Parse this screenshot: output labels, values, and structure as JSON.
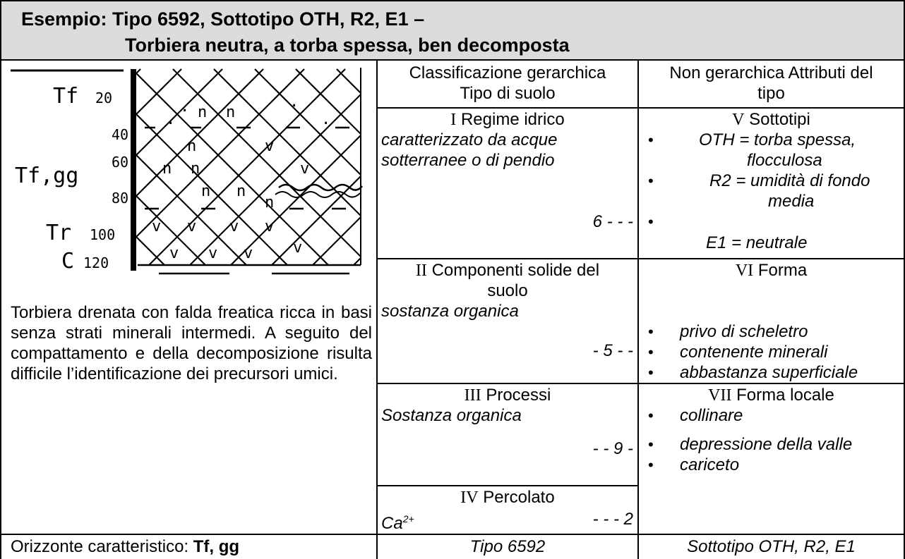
{
  "header": {
    "line1": "Esempio: Tipo 6592, Sottotipo OTH, R2, E1 –",
    "line2": "Torbiera neutra, a torba spessa, ben decomposta"
  },
  "profile": {
    "labels": [
      {
        "text": "Tf"
      },
      {
        "text": "Tf,gg"
      },
      {
        "text": "Tr"
      },
      {
        "text": "C"
      }
    ],
    "depths": [
      "20",
      "40",
      "60",
      "80",
      "100",
      "120"
    ]
  },
  "description": "Torbiera drenata con falda freatica ricca in basi senza strati minerali intermedi. A seguito del compattamento e della decomposizione risulta difficile l’identificazione dei precursori umici.",
  "columns": {
    "hier_header_1": "Classificazione gerarchica",
    "hier_header_2": "Tipo di suolo",
    "nonhier_header_1": "Non gerarchica Attributi del",
    "nonhier_header_2": "tipo"
  },
  "sections": {
    "s1": {
      "roman": "I",
      "title": "Regime idrico",
      "desc_1": "caratterizzato da acque",
      "desc_2": "sotterranee o di pendio",
      "code": "6 - - -"
    },
    "s2": {
      "roman": "II",
      "title_1": "Componenti solide del",
      "title_2": "suolo",
      "desc": "sostanza organica",
      "code": "- 5 - -"
    },
    "s3": {
      "roman": "III",
      "title": "Processi",
      "desc": "Sostanza organica",
      "code": "- - 9 -"
    },
    "s4": {
      "roman": "IV",
      "title": "Percolato",
      "desc": "Ca",
      "sup": "2+",
      "code": "- - - 2"
    },
    "s5": {
      "roman": "V",
      "title": "Sottotipi",
      "items": [
        "OTH = torba spessa,",
        "flocculosa",
        "R2 = umidità di fondo",
        "media",
        "E1 = neutrale"
      ]
    },
    "s6": {
      "roman": "VI",
      "title": "Forma",
      "items": [
        "privo di scheletro",
        "contenente minerali",
        "abbastanza superficiale"
      ]
    },
    "s7": {
      "roman": "VII",
      "title": "Forma locale",
      "items": [
        "collinare",
        "depressione della valle",
        "cariceto"
      ]
    }
  },
  "footer": {
    "horizon_label": "Orizzonte caratteristico: ",
    "horizon_value": "Tf, gg",
    "tipo": "Tipo 6592",
    "sottotipo": "Sottotipo OTH, R2, E1"
  },
  "bullet_glyph": "•"
}
